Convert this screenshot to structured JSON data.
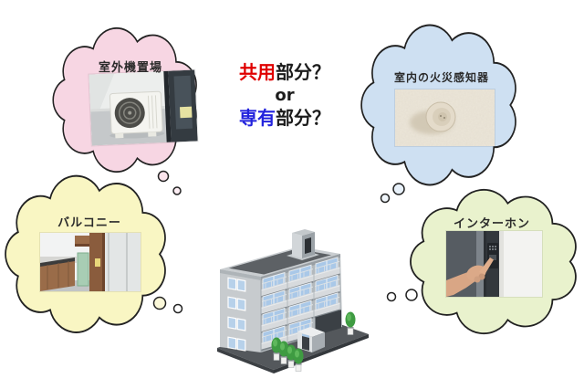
{
  "question": {
    "part1": {
      "head": "共用",
      "tail": "部分？"
    },
    "or": "or",
    "part2": {
      "head": "専有",
      "tail": "部分？"
    }
  },
  "bubbles": {
    "outdoor_unit": {
      "label": "室外機置場",
      "fill": "#f7d6e3"
    },
    "fire_detector": {
      "label": "室内の火災感知器",
      "fill": "#cee0f2"
    },
    "balcony": {
      "label": "バルコニー",
      "fill": "#f9f6c3"
    },
    "intercom": {
      "label": "インターホン",
      "fill": "#e9f2cd"
    }
  },
  "colors": {
    "question_red": "#e00000",
    "question_blue": "#2323dd",
    "cloud_outline": "#222222"
  }
}
